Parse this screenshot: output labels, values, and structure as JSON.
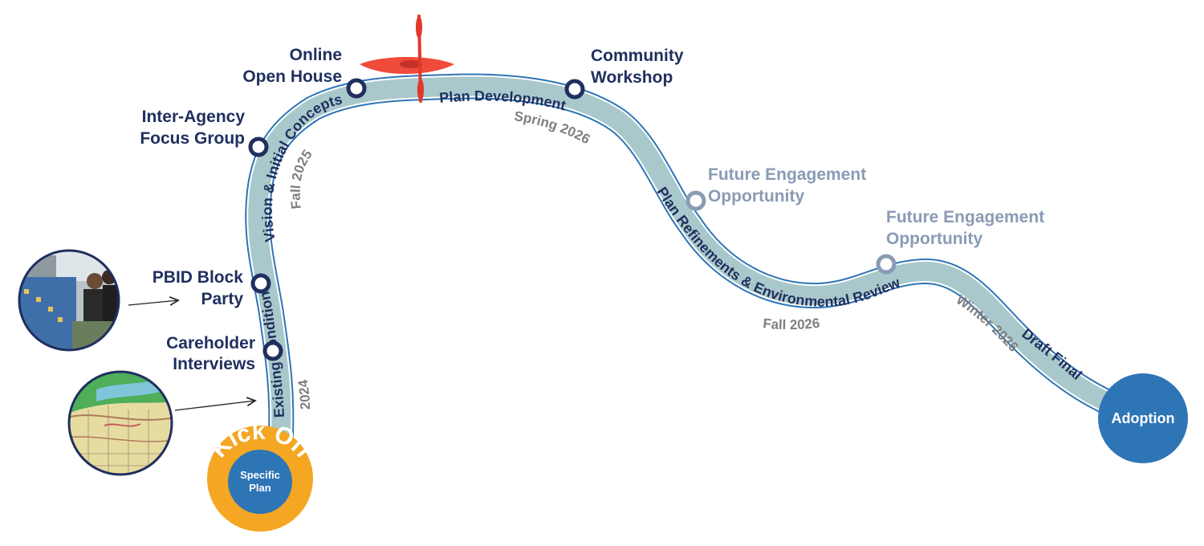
{
  "stages": {
    "kickoff": "Kick Off",
    "specific_plan_line1": "Specific",
    "specific_plan_line2": "Plan",
    "existing_conditions": "Existing Conditions",
    "existing_conditions_date": "2024",
    "vision": "Vision & Initial Concepts",
    "vision_date": "Fall 2025",
    "plan_development": "Plan Development",
    "plan_development_date": "Spring 2026",
    "refinements": "Plan Refinements & Environmental Review",
    "refinements_date": "Fall 2026",
    "draft_final": "Draft Final",
    "draft_final_date": "Winter 2026",
    "adoption": "Adoption"
  },
  "milestones": {
    "careholder": [
      "Careholder",
      "Interviews"
    ],
    "pbid": [
      "PBID Block",
      "Party"
    ],
    "interagency": [
      "Inter-Agency",
      "Focus Group"
    ],
    "openhouse": [
      "Online",
      "Open House"
    ],
    "workshop": [
      "Community",
      "Workshop"
    ],
    "future1": [
      "Future Engagement",
      "Opportunity"
    ],
    "future2": [
      "Future Engagement",
      "Opportunity"
    ]
  },
  "colors": {
    "river_fill": "#a9c8cb",
    "river_edge": "#2e75b6",
    "milestone_active": "#1f2f5e",
    "milestone_future": "#8a9bb4",
    "kickoff_ring": "#f5a623",
    "plan_blue": "#2e75b6",
    "kayak": "#f04a3a",
    "date_text": "#7f7f7f"
  },
  "icons": [
    "kayak-icon",
    "photo-block-party",
    "photo-map"
  ]
}
